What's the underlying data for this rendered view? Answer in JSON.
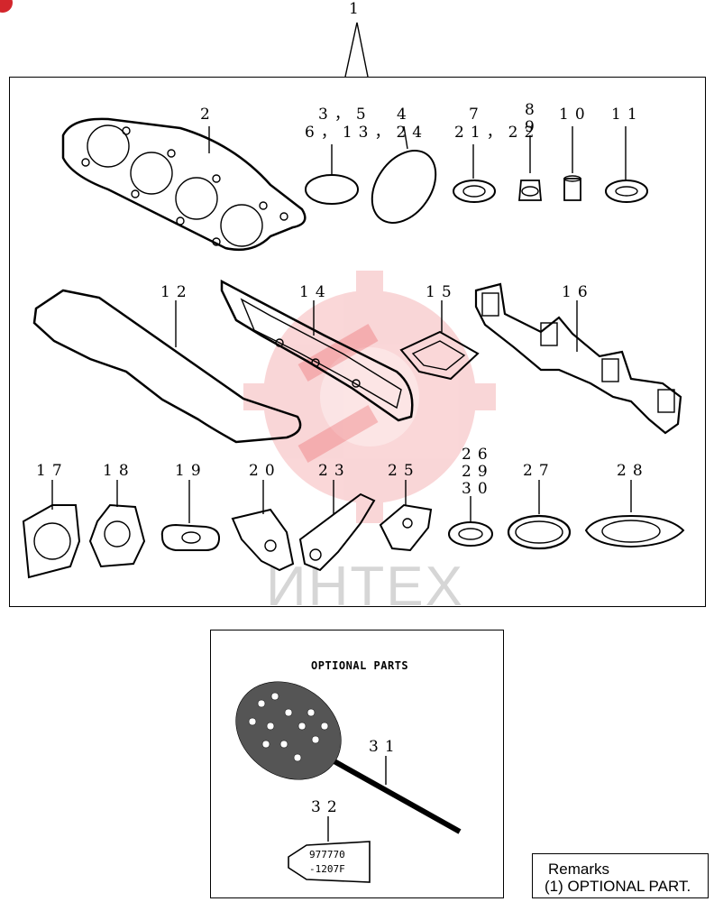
{
  "callouts": {
    "c1": "1",
    "c2": "2",
    "c3_5": "3，5",
    "c6_13_24": "6，13，24",
    "c4": "4",
    "c7": "7",
    "c21_22": "21，22",
    "c8": "8",
    "c9": "9",
    "c10": "10",
    "c11": "11",
    "c12": "12",
    "c14": "14",
    "c15": "15",
    "c16": "16",
    "c17": "17",
    "c18": "18",
    "c19": "19",
    "c20": "20",
    "c23": "23",
    "c25": "25",
    "c26": "26",
    "c29": "29",
    "c30": "30",
    "c27": "27",
    "c28": "28",
    "c31": "31",
    "c32": "32"
  },
  "optional": {
    "title": "OPTIONAL PARTS",
    "tube_line1": "977770",
    "tube_line2": "-1207F"
  },
  "watermark": {
    "text": "ИНТЕХ"
  },
  "remarks": {
    "heading": "Remarks",
    "line1": "(1) OPTIONAL PART."
  },
  "colors": {
    "watermark": "#e8474c",
    "watermark_text": "#d9d9d9",
    "ink": "#000000"
  }
}
